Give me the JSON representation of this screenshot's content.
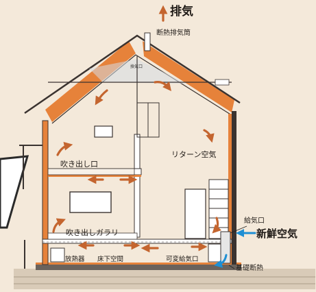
{
  "colors": {
    "background": "#f4e9da",
    "insulation": "#e6823a",
    "structure": "#3a3330",
    "airflow": "#c4652f",
    "fresh_air": "#1e8fd4",
    "ground": "#555555"
  },
  "labels": {
    "exhaust": "排気",
    "insulated_exhaust_duct": "断熱排気筒",
    "attic_vent": "換気口",
    "return_air": "リターン空気",
    "outlet_upper": "吹き出し口",
    "outlet_gallery": "吹き出しガラリ",
    "heater": "放熱器",
    "underfloor_space": "床下空間",
    "variable_intake": "可変給気口",
    "supply_inlet": "給気口",
    "fresh_air": "新鮮空気",
    "foundation_insulation": "基礎断熱"
  }
}
